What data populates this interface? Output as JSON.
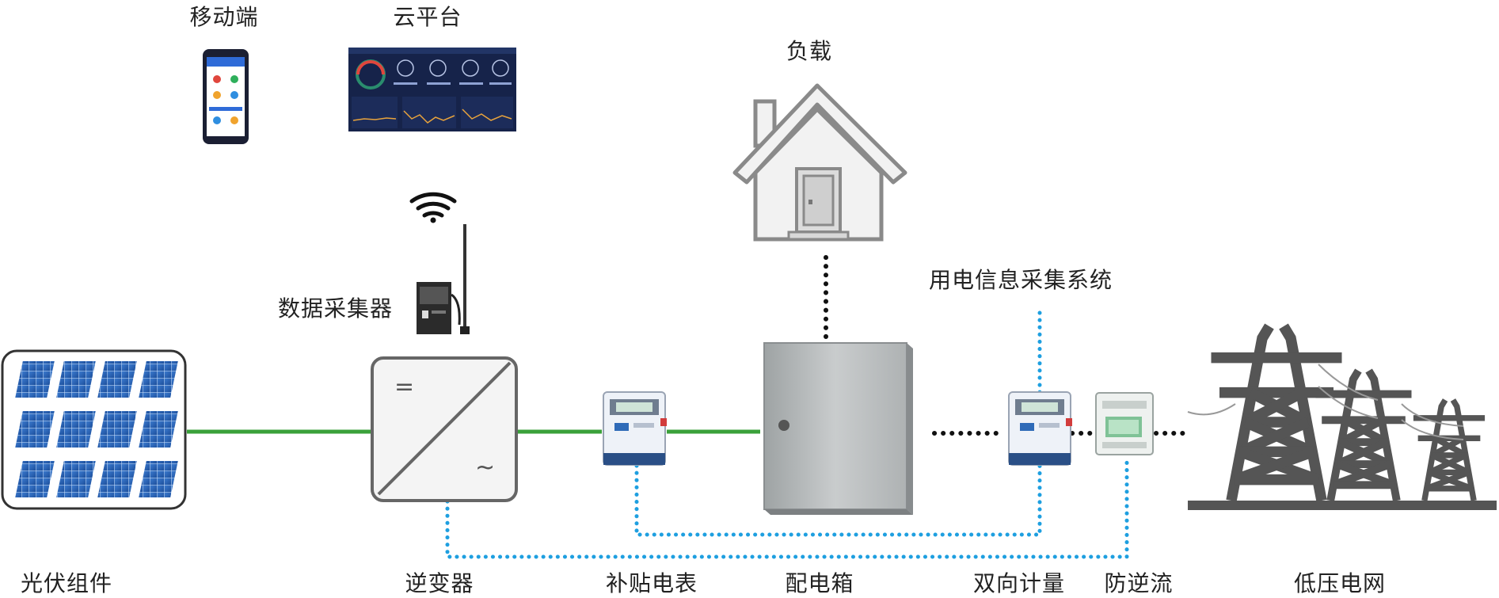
{
  "labels": {
    "mobile": "移动端",
    "cloud": "云平台",
    "load": "负载",
    "collector": "数据采集器",
    "info_system": "用电信息采集系统",
    "pv": "光伏组件",
    "inverter": "逆变器",
    "subsidy_meter": "补贴电表",
    "distribution_box": "配电箱",
    "bidirectional": "双向计量",
    "anti_backflow": "防逆流",
    "grid": "低压电网"
  },
  "inverter_symbols": {
    "dc": "=",
    "ac": "~"
  },
  "colors": {
    "power_line": "#3aa13a",
    "comm_line": "#1e9fe0",
    "load_line": "#111111",
    "house": "#8a8a8a",
    "tower": "#555555",
    "panel": "#2a63b8"
  }
}
